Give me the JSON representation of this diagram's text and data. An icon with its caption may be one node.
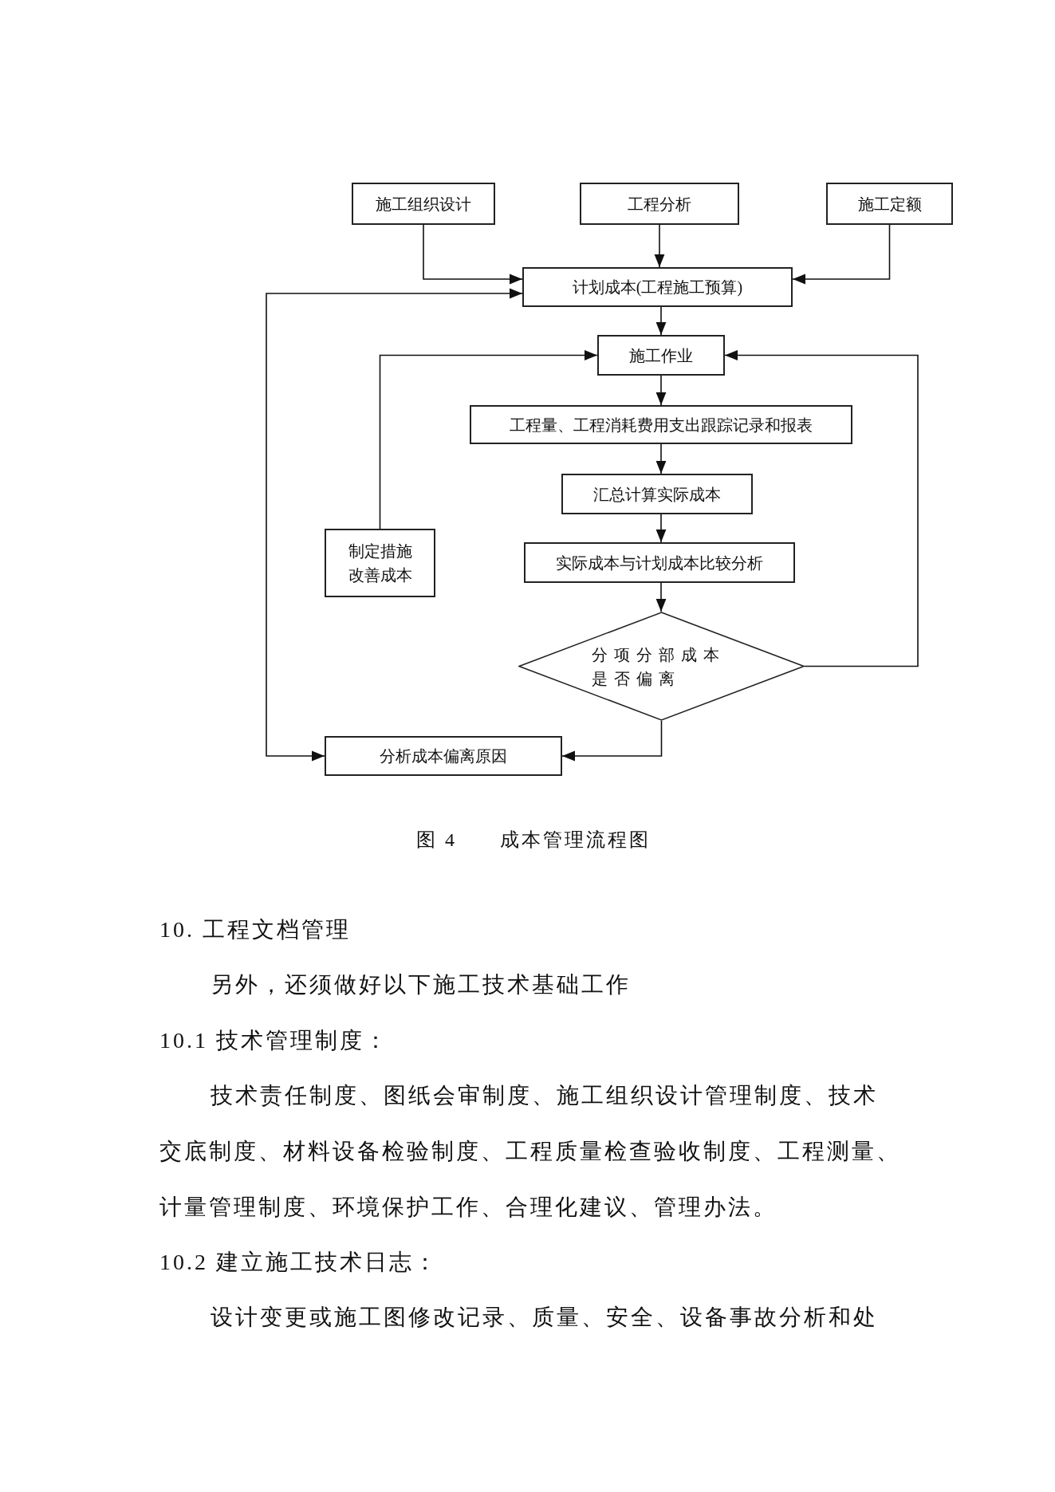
{
  "diagram": {
    "caption": "图 4　　成本管理流程图",
    "nodes": [
      {
        "text": [
          "施工组织设计"
        ]
      },
      {
        "text": [
          "工程分析"
        ]
      },
      {
        "text": [
          "施工定额"
        ]
      },
      {
        "text": [
          "计划成本(工程施工预算)"
        ]
      },
      {
        "text": [
          "施工作业"
        ]
      },
      {
        "text": [
          "工程量、工程消耗费用支出跟踪记录和报表"
        ]
      },
      {
        "text": [
          "汇总计算实际成本"
        ]
      },
      {
        "text": [
          "制定措施改善成本"
        ]
      },
      {
        "text": [
          "实际成本与计划成本比较分析"
        ]
      },
      {
        "text": [
          "分项分部成本是否偏离"
        ]
      },
      {
        "text": [
          "分析成本偏离原因"
        ]
      }
    ],
    "edges": [
      {
        "from": 0,
        "to": 3,
        "arrow": "to"
      },
      {
        "from": 1,
        "to": 3,
        "arrow": "to"
      },
      {
        "from": 2,
        "to": 3,
        "arrow": "to"
      },
      {
        "from": 3,
        "to": 4,
        "arrow": "to"
      },
      {
        "from": 4,
        "to": 5,
        "arrow": "to"
      },
      {
        "from": 5,
        "to": 6,
        "arrow": "to"
      },
      {
        "from": 6,
        "to": 8,
        "arrow": "to"
      },
      {
        "from": 8,
        "to": 9,
        "arrow": "to"
      },
      {
        "from": 9,
        "to": 10,
        "arrow": "to"
      },
      {
        "from": 9,
        "to": 4,
        "arrow": "to"
      },
      {
        "from": 7,
        "to": 4,
        "arrow": "to"
      },
      {
        "from": 10,
        "to": 3,
        "arrow": "both"
      }
    ],
    "labels": [
      "10. 工程文档管理",
      "另外，还须做好以下施工技术基础工作",
      "10.1 技术管理制度：",
      "技术责任制度、图纸会审制度、施工组织设计管理制度、技术交底制度、材料设备检验制度、工程质量检查验收制度、工程测量、计量管理制度、环境保护工作、合理化建议、管理办法。",
      "10.2 建立施工技术日志：",
      "设计变更或施工图修改记录、质量、安全、设备事故分析和处"
    ]
  }
}
